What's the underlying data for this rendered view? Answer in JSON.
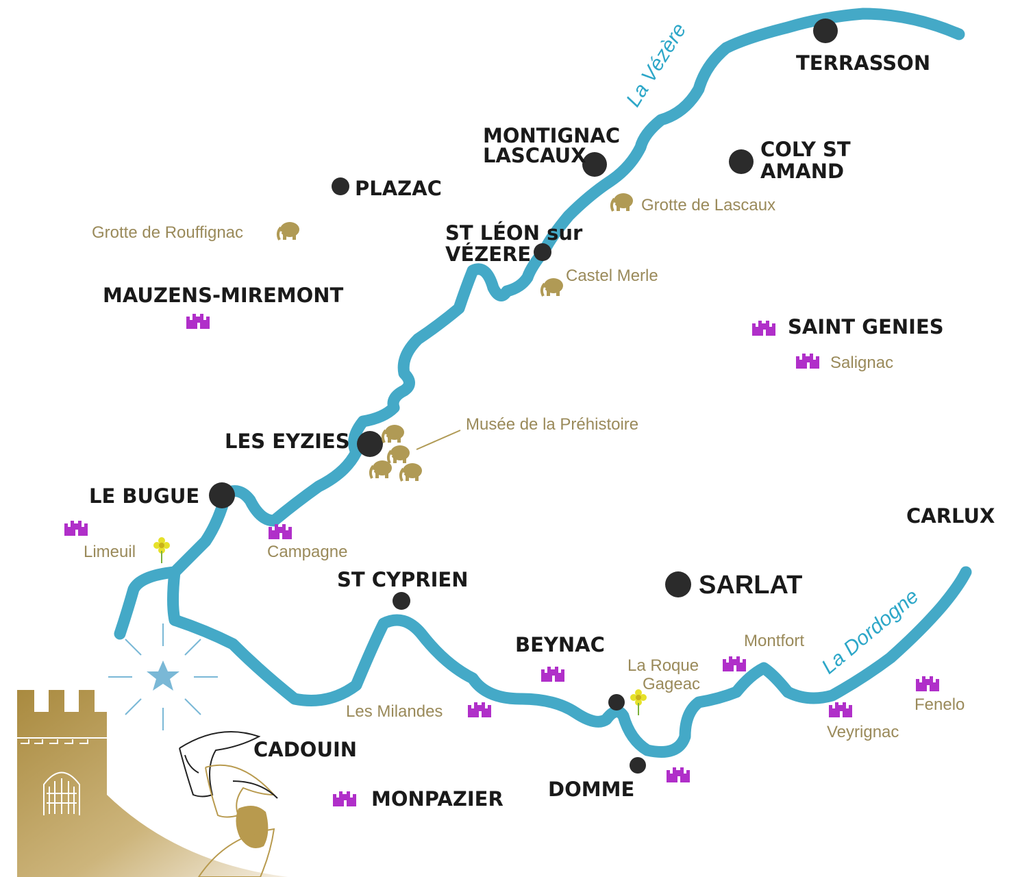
{
  "rivers": {
    "vezere": "La Vézère",
    "dordogne": "La Dordogne",
    "color": "#44a9c7"
  },
  "towns": {
    "terrasson": "TERRASSON",
    "montignac_1": "MONTIGNAC",
    "montignac_2": "LASCAUX",
    "coly_1": "COLY ST",
    "coly_2": "AMAND",
    "plazac": "PLAZAC",
    "st_leon_1": "ST LÉON sur",
    "st_leon_2": "VÉZERE",
    "mauzens": "MAUZENS-MIREMONT",
    "saint_genies": "SAINT GENIES",
    "les_eyzies": "LES EYZIES",
    "le_bugue": "LE BUGUE",
    "carlux": "CARLUX",
    "st_cyprien": "ST CYPRIEN",
    "sarlat": "SARLAT",
    "beynac": "BEYNAC",
    "domme": "DOMME",
    "cadouin": "CADOUIN",
    "monpazier": "MONPAZIER"
  },
  "sites": {
    "grotte_lascaux": "Grotte de Lascaux",
    "grotte_rouffignac": "Grotte de Rouffignac",
    "castel_merle": "Castel Merle",
    "musee": "Musée de la Préhistoire",
    "salignac": "Salignac",
    "limeuil": "Limeuil",
    "campagne": "Campagne",
    "les_milandes": "Les Milandes",
    "la_roque_1": "La Roque",
    "la_roque_2": "Gageac",
    "montfort": "Montfort",
    "veyrignac": "Veyrignac",
    "fenelon": "Fenelo"
  },
  "colors": {
    "town_dot": "#2b2b2b",
    "castle": "#b02fc9",
    "mammoth": "#b09a55",
    "flower": "#e6e12a",
    "star": "#7ab8d6",
    "logo_gold": "#b89a4e"
  },
  "icons": {
    "castle": "castle-icon",
    "mammoth": "mammoth-icon",
    "flower": "flower-icon",
    "star": "star-icon",
    "logo": "tower-horse-logo"
  }
}
